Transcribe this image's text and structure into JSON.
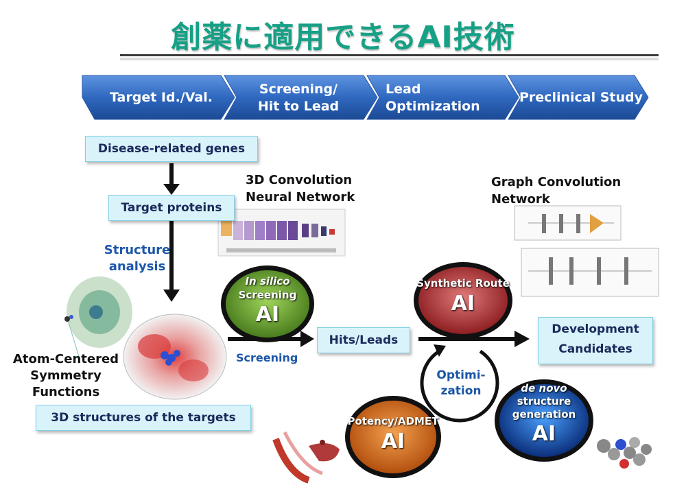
{
  "title": "創薬に適用できるAI技術",
  "pipeline": {
    "stages": [
      {
        "lines": [
          "Target Id./Val."
        ]
      },
      {
        "lines": [
          "Screening/",
          "Hit to Lead"
        ]
      },
      {
        "lines": [
          "Lead",
          "Optimization"
        ]
      },
      {
        "lines": [
          "Preclinical Study"
        ]
      }
    ]
  },
  "boxes": {
    "disease_genes": "Disease-related genes",
    "target_proteins": "Target proteins",
    "structures_3d": "3D structures of the targets",
    "hits_leads": "Hits/Leads",
    "development": [
      "Development",
      "Candidates"
    ]
  },
  "labels": {
    "structure_analysis": [
      "Structure",
      "analysis"
    ],
    "acsf": [
      "Atom-Centered",
      "Symmetry",
      "Functions"
    ],
    "screening": "Screening",
    "cnn": [
      "3D Convolution",
      "Neural Network"
    ],
    "gcn": [
      "Graph Convolution",
      "Network"
    ],
    "optimization": [
      "Optimi-",
      "zation"
    ]
  },
  "ai_ovals": {
    "in_silico": {
      "line1": "In silico",
      "line2": "Screening",
      "ai": "AI",
      "color": "#5f9a2c"
    },
    "synthetic": {
      "line1": "Synthetic Route",
      "ai": "AI",
      "color": "#a8262a"
    },
    "potency": {
      "line1": "Potency/ADMET",
      "ai": "AI",
      "color": "#d16a1c"
    },
    "de_novo": {
      "line1": "de novo",
      "line2": "structure",
      "line3": "generation",
      "ai": "AI",
      "color": "#1a56b8"
    }
  },
  "colors": {
    "title": "#16a086",
    "pipeline": "#2f68c0",
    "box_fill": "#d9f3fb",
    "box_text": "#1a2a5a",
    "label_blue": "#1c57a8"
  }
}
